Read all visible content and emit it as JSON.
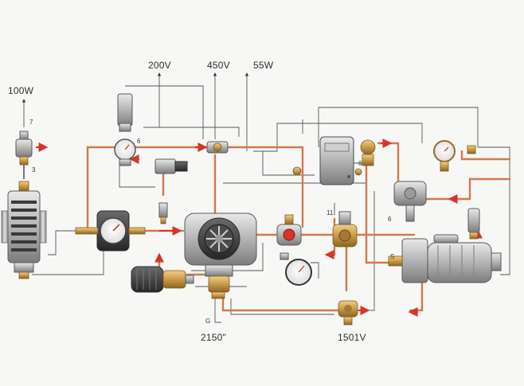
{
  "labels": {
    "power_100w": "100W",
    "voltage_200v": "200V",
    "voltage_450v": "450V",
    "power_55w": "55W",
    "bottom_2150": "2150\"",
    "bottom_1501v": "1501V",
    "tag_7": "7",
    "tag_3": "3",
    "tag_6a": "6",
    "tag_6b": "6",
    "tag_6c": "6",
    "tag_11": "11",
    "tag_s": "S",
    "tag_g": "G"
  },
  "colors": {
    "pipe": "#cf7a4c",
    "wire": "#555555",
    "accent_red": "#d8342a",
    "brass": "#c99a45"
  }
}
